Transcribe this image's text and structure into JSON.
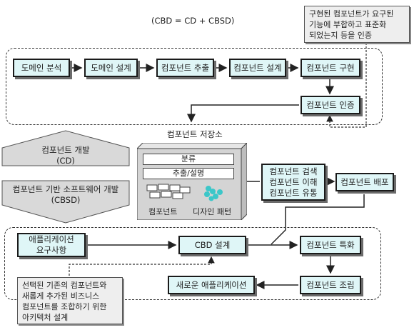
{
  "formula": "(CBD = CD + CBSD)",
  "note_top": "구현된 컴포넌트가 요구된\n기능에 부합하고 표준화\n되었는지 등을 인증",
  "top_flow": {
    "domain_analysis": "도메인 분석",
    "domain_design": "도메인 설계",
    "component_extraction": "컴포넌트 추출",
    "component_design": "컴포넌트 설계",
    "component_implementation": "컴포넌트 구현",
    "component_certification": "컴포넌트 인증"
  },
  "repository": {
    "title": "컴포넌트 저장소",
    "classification": "분류",
    "extraction_description": "추출/설명",
    "components_label": "컴포넌트",
    "design_patterns_label": "디자인 패턴"
  },
  "cd_arrow": {
    "label": "컴포넌트 개발\n(CD)"
  },
  "cbsd_arrow": {
    "label": "컴포넌트 기반 소프트웨어 개발\n(CBSD)"
  },
  "search_box": "컴포넌트 검색\n컴포넌트 이해\n컴포넌트 유통",
  "deploy_box": "컴포넌트 배포",
  "bottom_flow": {
    "app_requirements": "애플리케이션\n요구사항",
    "cbd_design": "CBD 설계",
    "component_specialization": "컴포넌트 특화",
    "component_assembly": "컴포넌트 조립",
    "new_application": "새로운 애플리케이션"
  },
  "note_bottom": "선택된 기존의 컴포넌트와\n새롭게 추가된 비즈니스\n컴포넌트를 조합하기 위한\n아키텍처 설계"
}
